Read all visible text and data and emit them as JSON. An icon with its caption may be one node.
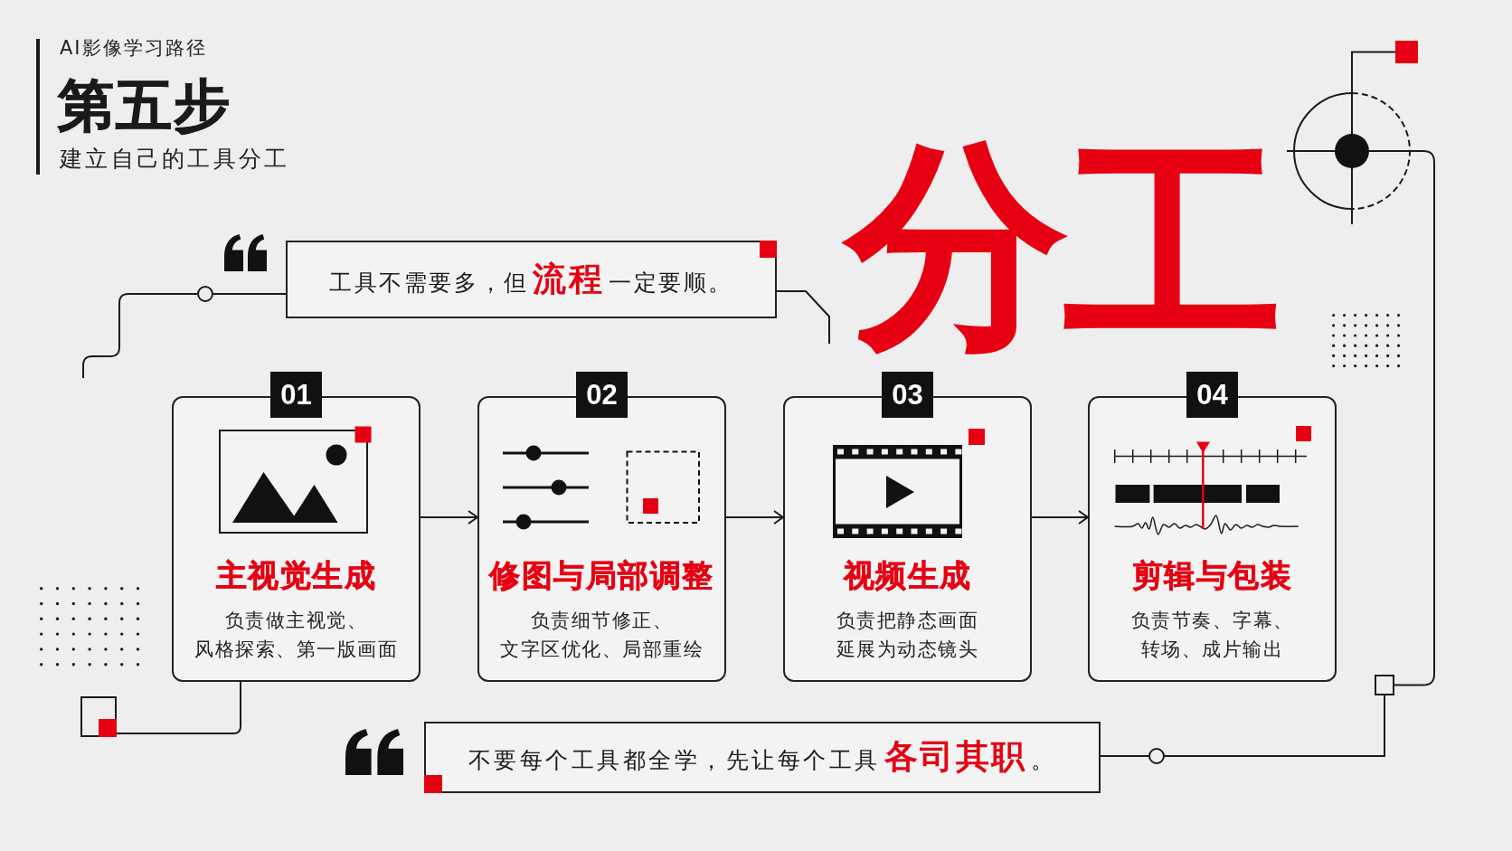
{
  "diagram": {
    "title": "第五步",
    "nodes": [
      {
        "text": [
          "工具不需要多，但**流程**一定要顺。"
        ]
      },
      {
        "text": [
          "01"
        ]
      },
      {
        "text": [
          "主视觉生成",
          "负责做主视觉、风格探索、第一版画面"
        ]
      },
      {
        "text": [
          "02"
        ]
      },
      {
        "text": [
          "修图与局部调整",
          "负责细节修正、文字区优化、局部重绘"
        ]
      },
      {
        "text": [
          "03"
        ]
      },
      {
        "text": [
          "视频生成",
          "负责把静态画面延展为动态镜头"
        ]
      },
      {
        "text": [
          "04"
        ]
      },
      {
        "text": [
          "剪辑与包装",
          "负责节奏、字幕、转场、成片输出"
        ]
      },
      {
        "text": [
          "不要每个工具都全学，先让每个工具**各司其职**。"
        ]
      },
      {
        "text": [],
        "shape": "circle"
      },
      {
        "text": [],
        "shape": "box"
      },
      {
        "text": [],
        "shape": "circle"
      },
      {
        "text": [],
        "shape": "box"
      },
      {
        "text": [],
        "shape": "circle"
      },
      {
        "text": [],
        "shape": "box"
      }
    ],
    "edges": [
      {
        "from": 2,
        "to": 4,
        "arrow": "to"
      },
      {
        "from": 4,
        "to": 6,
        "arrow": "to"
      },
      {
        "from": 6,
        "to": 8,
        "arrow": "to"
      },
      {
        "from": 0,
        "to": 10,
        "arrow": "none"
      },
      {
        "from": 10,
        "to": null,
        "arrow": "none"
      },
      {
        "from": 0,
        "to": null,
        "arrow": "none"
      },
      {
        "from": 2,
        "to": 11,
        "arrow": "none"
      },
      {
        "from": 9,
        "to": 12,
        "arrow": "none"
      },
      {
        "from": 12,
        "to": 13,
        "arrow": "none"
      },
      {
        "from": 13,
        "to": 14,
        "arrow": "none"
      },
      {
        "from": 14,
        "to": 15,
        "arrow": "none"
      }
    ],
    "labels": [
      "AI影像学习路径",
      "建立自己的工具分工",
      "分工"
    ]
  }
}
